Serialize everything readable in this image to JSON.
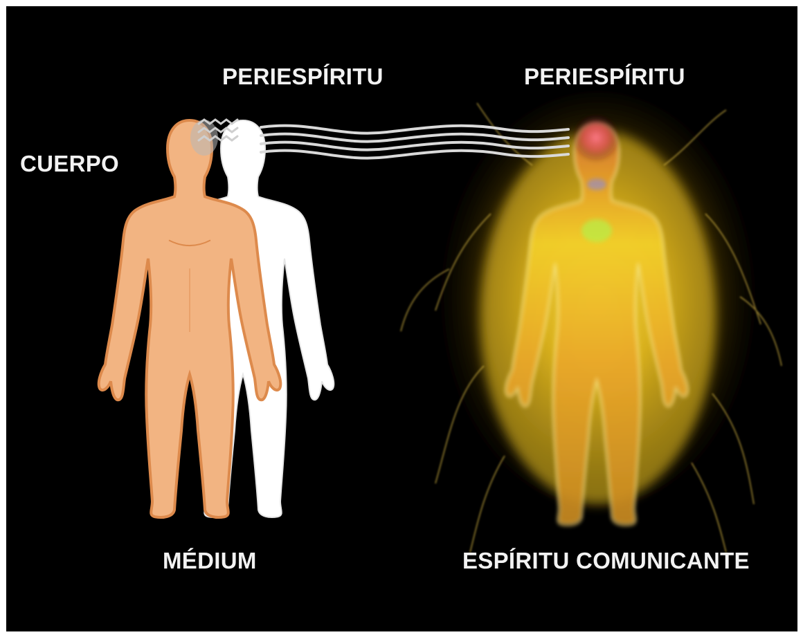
{
  "labels": {
    "periespiritu_left": "PERIESPÍRITU",
    "periespiritu_right": "PERIESPÍRITU",
    "cuerpo": "CUERPO",
    "medium": "MÉDIUM",
    "espiritu_comunicante": "ESPÍRITU COMUNICANTE"
  },
  "colors": {
    "background": "#000000",
    "body_fill": "#f2b482",
    "body_outline": "#e0894a",
    "perispirit_fill": "#ffffff",
    "aura_core": "#f7d23a",
    "aura_edge": "#9a7a10",
    "head_glow": "#e0566a",
    "link_lines": "#d9d9d9",
    "label_text": "#f2f2f2"
  }
}
